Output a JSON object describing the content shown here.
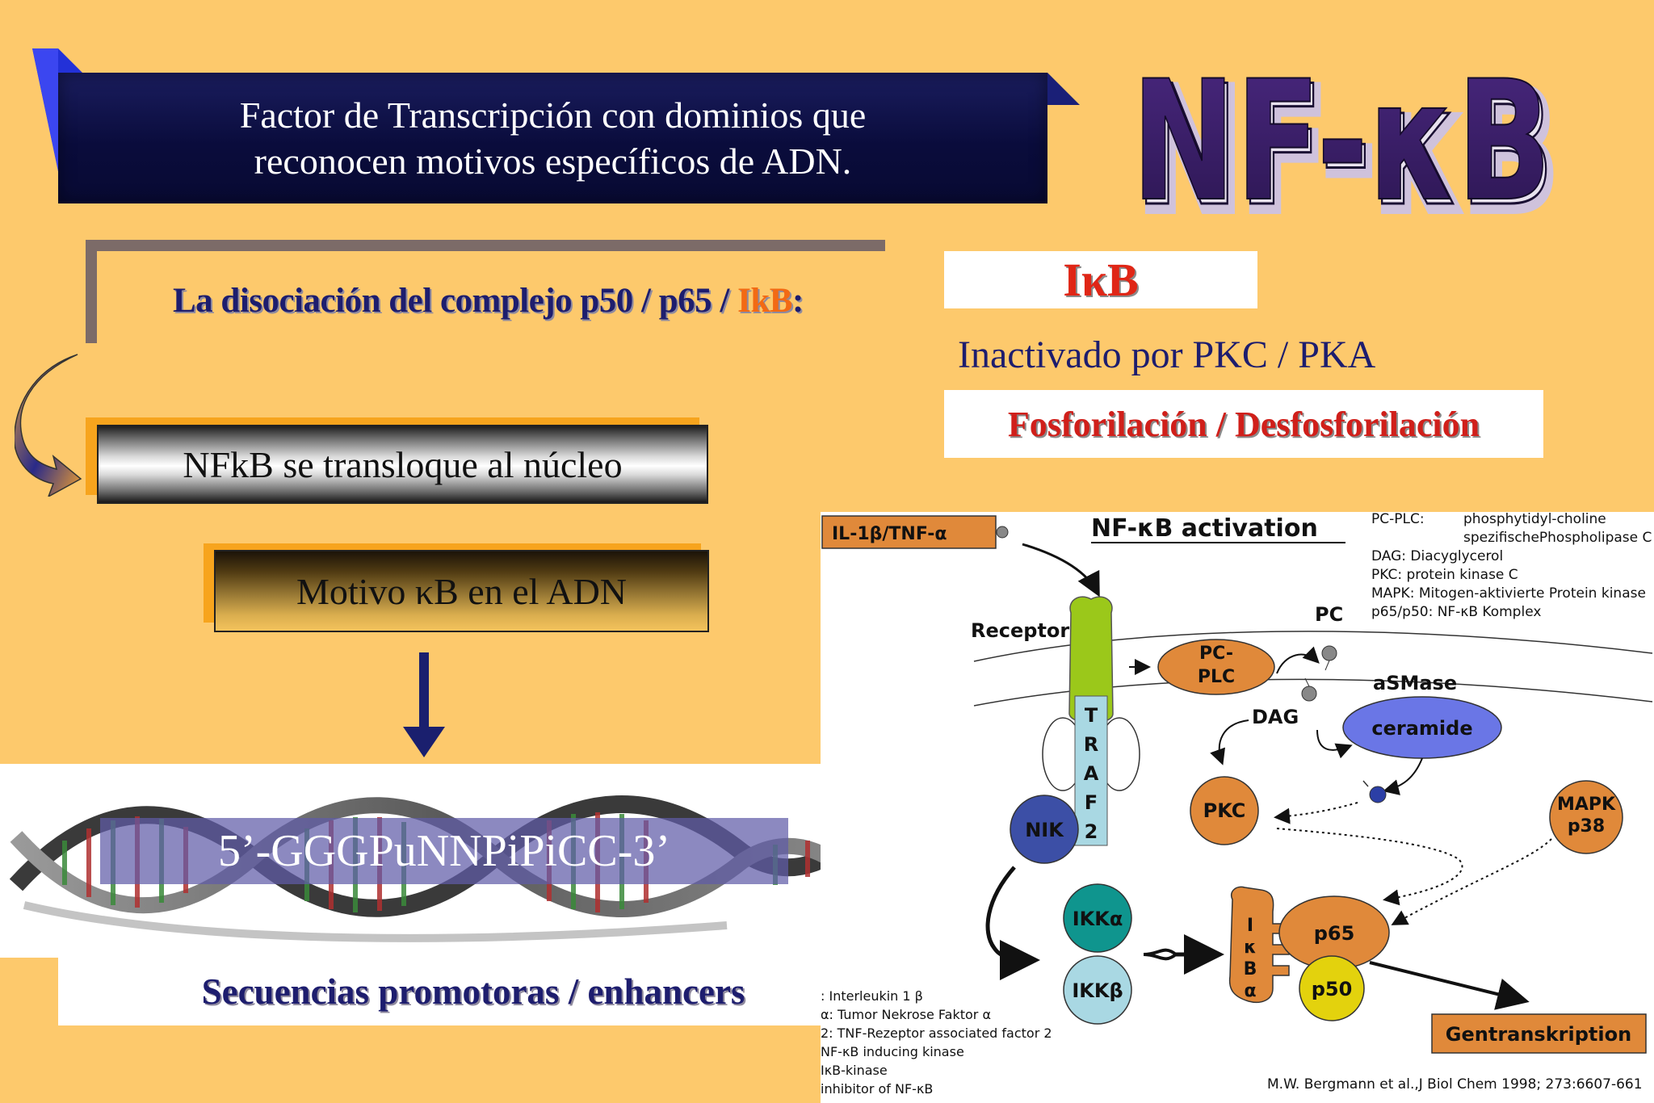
{
  "slide": {
    "banner": {
      "line1": "Factor de Transcripción con dominios que",
      "line2": "reconocen motivos específicos de ADN."
    },
    "logo_text": "NF-κB",
    "dissociation": {
      "prefix": "La disociación del complejo p50 / p65 / ",
      "highlight": "IkB",
      "suffix": ":"
    },
    "nfkb_box": "NFkB se transloque al núcleo",
    "motivo_box": "Motivo κB en el ADN",
    "sequence": "5’-GGGPuNNPiPiCC-3’",
    "promoters": "Secuencias promotoras / enhancers",
    "ikb_label": "IκB",
    "inactivated": "Inactivado por PKC / PKA",
    "phospho": "Fosforilación / Desfosforilación"
  },
  "pathway": {
    "il_box": "IL-1β/TNF-α",
    "title": "NF-κB activation",
    "legend_top": [
      {
        "abbr": "PC-PLC:",
        "desc": "phosphytidyl-choline"
      },
      {
        "abbr": "",
        "desc": "spezifischePhospholipase C"
      },
      {
        "abbr": "DAG: Diacyglycerol",
        "desc": ""
      },
      {
        "abbr": "PKC: protein kinase C",
        "desc": ""
      },
      {
        "abbr": "MAPK: Mitogen-aktivierte Protein kinase",
        "desc": ""
      },
      {
        "abbr": "p65/p50: NF-κB Komplex",
        "desc": ""
      }
    ],
    "receptor": "Receptor",
    "pc": "PC",
    "pcplc_1": "PC-",
    "pcplc_2": "PLC",
    "asmase": "aSMase",
    "dag": "DAG",
    "ceramide": "ceramide",
    "traf_letters": [
      "T",
      "R",
      "A",
      "F",
      "2"
    ],
    "nik": "NIK",
    "pkc": "PKC",
    "mapk_1": "MAPK",
    "mapk_2": "p38",
    "ikka": "IKKα",
    "ikkb": "IKKβ",
    "ikba_letters": [
      "I",
      "κ",
      "B",
      "α"
    ],
    "p65": "p65",
    "p50": "p50",
    "gentrans": "Gentranskription",
    "legend_bottom": [
      ": Interleukin 1 β",
      "α: Tumor Nekrose Faktor α",
      "2: TNF-Rezeptor associated factor 2",
      "NF-κB inducing kinase",
      "IκB-kinase",
      " inhibitor of NF-κB"
    ],
    "citation": "M.W. Bergmann et al.,J Biol Chem 1998; 273:6607-661"
  },
  "colors": {
    "background": "#fdc96c",
    "banner": "#0a0c3c",
    "title_text": "#1d1d6e",
    "highlight_orange": "#f26a14",
    "red_text": "#d01f1a",
    "logo_fill": "#3a1f6e",
    "pathway_orange": "#e0893a",
    "receptor_green": "#9bc81a",
    "ikka_teal": "#0f958e",
    "ikkb_light": "#a9d8e3",
    "nik_blue": "#3c4fa6",
    "ceramide_blue": "#6a76e6",
    "p50_yellow": "#e3d20d"
  },
  "icons": [
    "curved-arrow-icon",
    "down-arrow-icon",
    "dna-helix-image"
  ]
}
